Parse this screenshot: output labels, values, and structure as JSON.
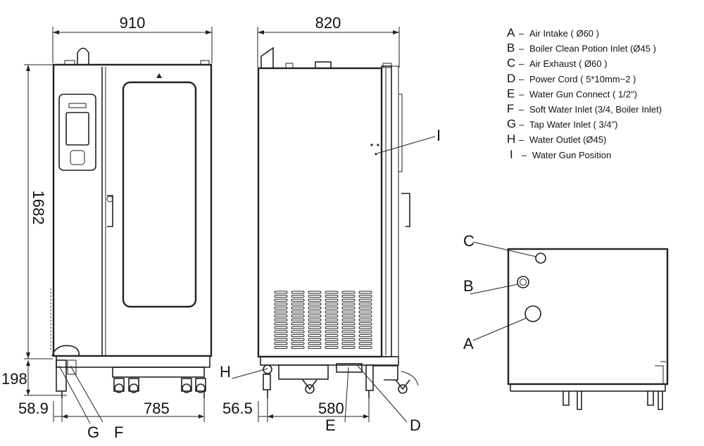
{
  "dimensions": {
    "front_width": "910",
    "side_width": "820",
    "height": "1682",
    "base_height": "198",
    "front_left_offset": "58.9",
    "front_leg_span": "785",
    "side_left_offset": "56.5",
    "side_leg_span": "580"
  },
  "legend": [
    {
      "letter": "A",
      "text": "Air Intake ( Ø60 )"
    },
    {
      "letter": "B",
      "text": "Boiler Clean Potion Inlet (Ø45  )"
    },
    {
      "letter": "C",
      "text": "Air Exhaust ( Ø60 )"
    },
    {
      "letter": "D",
      "text": "Power Cord ( 5*10mm~2 )"
    },
    {
      "letter": "E",
      "text": "Water Gun Connect ( 1/2\")"
    },
    {
      "letter": "F",
      "text": "Soft Water Inlet (3/4, Boiler Inlet)"
    },
    {
      "letter": "G",
      "text": "Tap Water Inlet  ( 3/4\")"
    },
    {
      "letter": "H",
      "text": "Water Outlet (Ø45)"
    },
    {
      "letter": "I",
      "text": "Water Gun Position"
    }
  ],
  "callouts": {
    "G": "G",
    "F": "F",
    "H": "H",
    "E": "E",
    "D": "D",
    "I": "I",
    "A": "A",
    "B": "B",
    "C": "C"
  },
  "legend_dash": "–"
}
